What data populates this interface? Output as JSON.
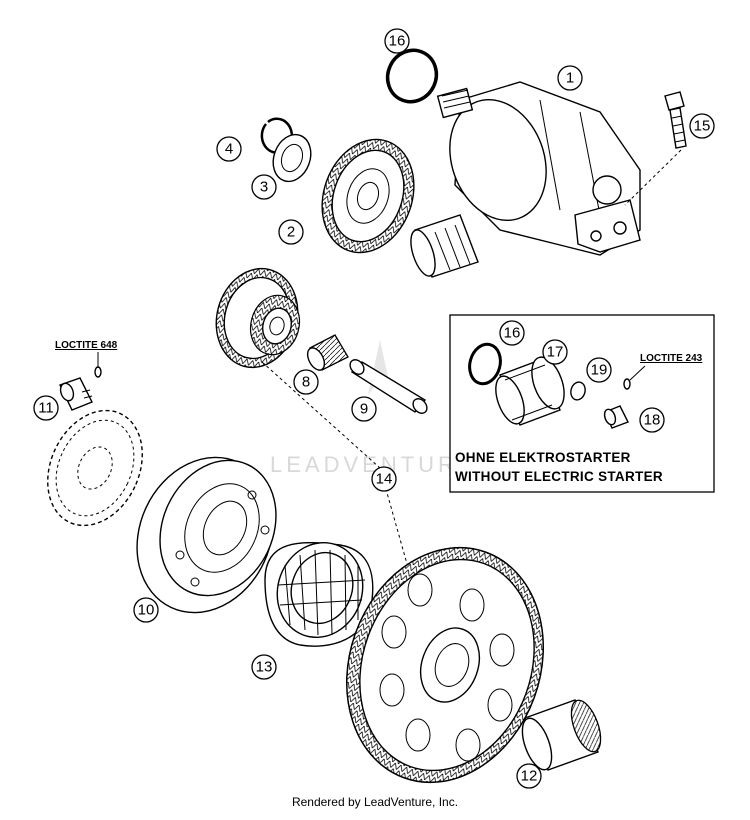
{
  "callouts": {
    "p1": "1",
    "p2": "2",
    "p3": "3",
    "p4": "4",
    "p8": "8",
    "p9": "9",
    "p10": "10",
    "p11": "11",
    "p12": "12",
    "p13": "13",
    "p14": "14",
    "p15": "15",
    "p16a": "16",
    "p16b": "16",
    "p17": "17",
    "p18": "18",
    "p19": "19"
  },
  "notes": {
    "loctite_648": "LOCTITE 648",
    "loctite_243": "LOCTITE 243"
  },
  "inset": {
    "line1": "OHNE ELEKTROSTARTER",
    "line2": "WITHOUT ELECTRIC STARTER"
  },
  "watermark": "LEADVENTURE",
  "footer": "Rendered by LeadVenture, Inc."
}
